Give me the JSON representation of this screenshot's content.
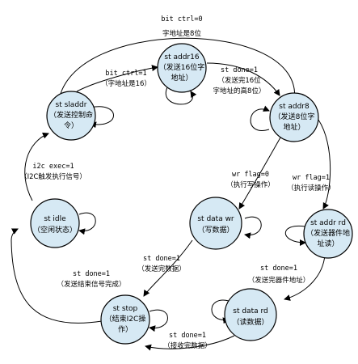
{
  "states": {
    "addr16": {
      "line1": "st addr16",
      "line2": "（发送16位字",
      "line3": "地址）"
    },
    "sladdr": {
      "line1": "st sladdr",
      "line2": "（发送控制命",
      "line3": "令）"
    },
    "addr8": {
      "line1": "st addr8",
      "line2": "（发送8位字",
      "line3": "地址）"
    },
    "idle": {
      "line1": "st idle",
      "line2": "（空闲状态）"
    },
    "datawr": {
      "line1": "st data wr",
      "line2": "（写数据）"
    },
    "addrrd": {
      "line1": "st addr rd",
      "line2": "（发送器件地",
      "line3": "址读）"
    },
    "stop": {
      "line1": "st stop",
      "line2": "（结束I2C操",
      "line3": "作）"
    },
    "datard": {
      "line1": "st data rd",
      "line2": "（读数据）"
    }
  },
  "edges": {
    "sladdr_to_addr8": {
      "cond": "bit ctrl=0",
      "desc": "字地址是8位"
    },
    "sladdr_to_addr16": {
      "cond": "bit ctrl=1",
      "desc": "（字地址是16）"
    },
    "addr16_to_addr8": {
      "cond": "st done=1",
      "desc1": "（发送完16位",
      "desc2": "字地址的高8位）"
    },
    "idle_to_sladdr": {
      "cond": "i2c exec=1",
      "desc": "（I2C触发执行信号）"
    },
    "addr8_to_datawr": {
      "cond": "wr flag=0",
      "desc": "（执行写操作）"
    },
    "addr8_to_addrrd": {
      "cond": "wr flag=1",
      "desc": "（执行读操作）"
    },
    "datawr_to_stop": {
      "cond": "st done=1",
      "desc": "（发送完数据）"
    },
    "stop_to_idle": {
      "cond": "st done=1",
      "desc": "（发送结束信号完成）"
    },
    "addrrd_to_datard": {
      "cond": "st done=1",
      "desc": "（发送完器件地址）"
    },
    "datard_to_stop": {
      "cond": "st done=1",
      "desc": "（接收完数据）"
    }
  }
}
